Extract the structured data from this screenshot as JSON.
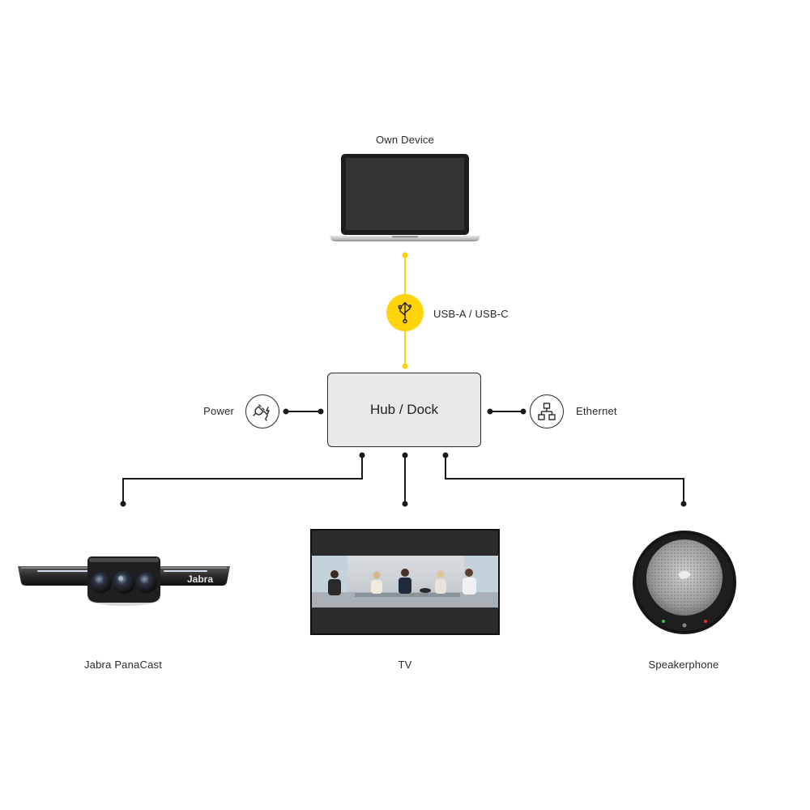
{
  "colors": {
    "accent": "#FFD20A",
    "line": "#1a1a1a",
    "hub_fill": "#e9e9e9"
  },
  "devices": {
    "own_device": {
      "label": "Own Device",
      "icon": "laptop-icon"
    },
    "connection": {
      "label": "USB-A / USB-C",
      "icon": "usb-icon"
    },
    "hub": {
      "label": "Hub / Dock"
    },
    "power": {
      "label": "Power",
      "icon": "power-plug-icon"
    },
    "ethernet": {
      "label": "Ethernet",
      "icon": "network-icon"
    },
    "camera": {
      "label": "Jabra PanaCast",
      "brand": "Jabra",
      "icon": "camera-icon"
    },
    "tv": {
      "label": "TV",
      "icon": "tv-icon"
    },
    "speaker": {
      "label": "Speakerphone",
      "icon": "speakerphone-icon"
    }
  }
}
